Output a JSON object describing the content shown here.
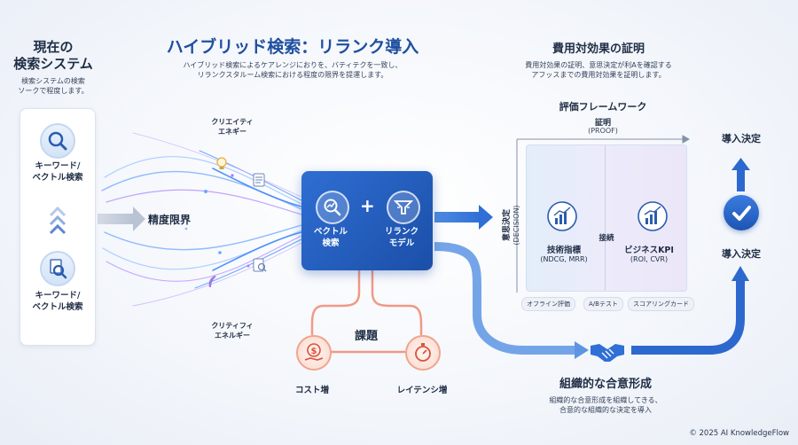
{
  "left": {
    "title_line1": "現在の",
    "title_line2": "検索システム",
    "desc_line1": "検索システムの検索",
    "desc_line2": "ソークで程度します。",
    "item1_line1": "キーワード/",
    "item1_line2": "ベクトル検索",
    "item2_line1": "キーワード/",
    "item2_line2": "ベクトル検索"
  },
  "header": {
    "title": "ハイブリッド検索：リランク導入",
    "desc_line1": "ハイブリッド検索によるケアレンジにおりを、バティテクを一致し、",
    "desc_line2": "リランクスタルーム検索における程度の限界を提運します。"
  },
  "flow": {
    "creative_top_line1": "クリエイティ",
    "creative_top_line2": "エネギー",
    "precision_limit": "精度限界",
    "creative_bottom_line1": "クリティフィ",
    "creative_bottom_line2": "エネルギー"
  },
  "center": {
    "vector_line1": "ベクトル",
    "vector_line2": "検索",
    "plus": "+",
    "rerank_line1": "リランク",
    "rerank_line2": "モデル"
  },
  "issues": {
    "title": "課題",
    "cost": "コスト増",
    "latency": "レイテンシ増"
  },
  "right": {
    "title": "費用対効果の証明",
    "desc_line1": "費用対効果の証明、意思決定が利Aを確認する",
    "desc_line2": "アフッスまでの費用対効果を証明します。"
  },
  "framework": {
    "title": "評価フレームワーク",
    "x_axis": "証明",
    "x_axis_en": "(PROOF)",
    "y_axis": "意思決定",
    "y_axis_en": "(DECISION)",
    "connect": "接続",
    "tech_title": "技術指標",
    "tech_sub": "(NDCG, MRR)",
    "biz_title": "ビジネスKPI",
    "biz_sub": "(ROI, CVR)",
    "pills": [
      "オフライン評価",
      "A/Bテスト",
      "スコアリングカード"
    ]
  },
  "decision": {
    "top": "導入決定",
    "middle": "導入決定"
  },
  "consensus": {
    "title": "組織的な合意形成",
    "desc_line1": "組織的な合意形成を組織してきる、",
    "desc_line2": "合意的な組織的な決定を導入"
  },
  "footer": {
    "copyright": "© 2025 AI KnowledgeFlow"
  },
  "colors": {
    "primary_blue": "#1f5fc7",
    "issue_red": "#e8735a",
    "text_dark": "#1f2d44"
  }
}
